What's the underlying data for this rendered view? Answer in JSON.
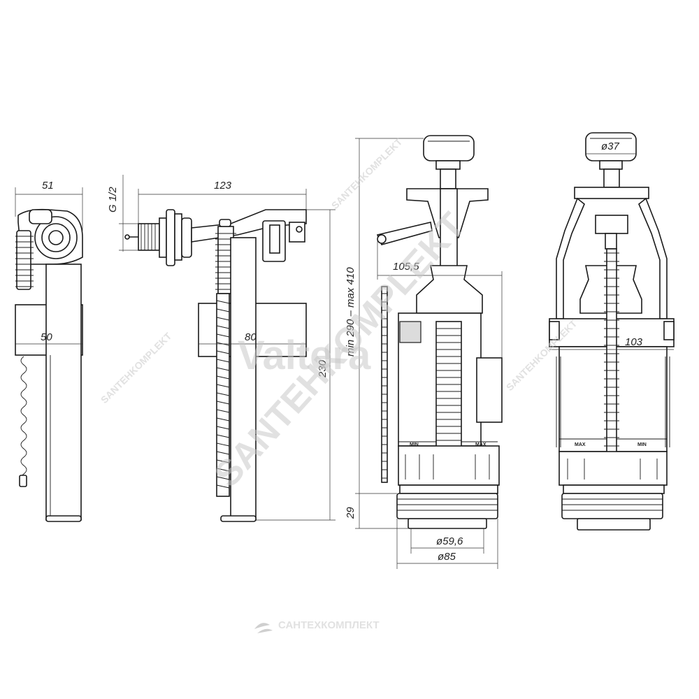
{
  "fill_valve": {
    "dims": {
      "width_top": "51",
      "float_width": "50",
      "thread": "G 1/2",
      "arm_length": "123",
      "float_width_side": "80",
      "height": "230"
    }
  },
  "flush_valve": {
    "dims": {
      "arm_offset": "105,5",
      "height_range": "min 290 – max 410",
      "bottom_height": "29",
      "outlet_inner": "ø59,6",
      "outlet_outer": "ø85",
      "button_diameter": "ø37",
      "cage_width": "103"
    },
    "labels": {
      "min_left": "MIN",
      "max_left": "MAX",
      "max_right": "MAX",
      "min_right": "MIN"
    }
  },
  "watermarks": {
    "brand_1": "Valtera",
    "brand_2": "SANTEHKOMPLEKT",
    "footer": "САНТЕХКОМПЛЕКТ",
    "diag_small": "SANTEHKOMPLEKT"
  },
  "colors": {
    "line": "#1a1a1a",
    "watermark": "#c9c9c9",
    "background": "#ffffff"
  }
}
